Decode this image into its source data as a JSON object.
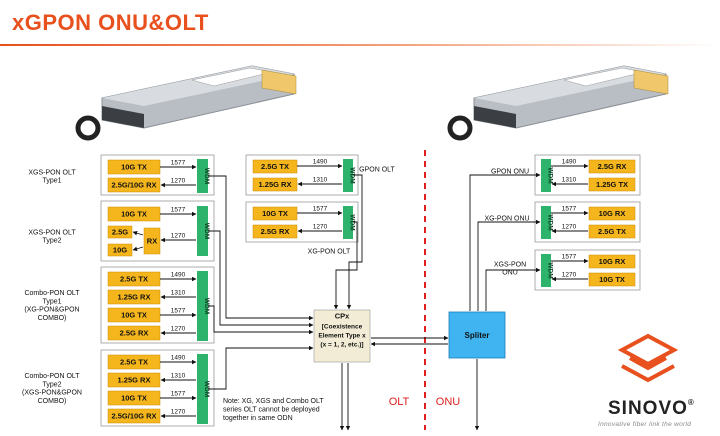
{
  "title": "xGPON ONU&OLT",
  "olt_groups": [
    {
      "label": "XGS-PON OLT\nType1"
    },
    {
      "label": "XGS-PON OLT\nType2"
    },
    {
      "label": "Combo-PON OLT\nType1\n(XG-PON&GPON\nCOMBO)"
    },
    {
      "label": "Combo-PON OLT\nType2\n(XGS-PON&GPON\nCOMBO)"
    }
  ],
  "gpon_olt_label": "GPON OLT",
  "xgpon_olt_label": "XG-PON OLT",
  "gpon_onu_label": "GPON ONU",
  "xgpon_onu_label": "XG-PON ONU",
  "xgspon_onu_label": "XGS-PON\nONU",
  "blocks": {
    "tx10g": "10G TX",
    "rx25g_10g": "2.5G/10G RX",
    "tx25g": "2.5G TX",
    "rx125g": "1.25G RX",
    "rx25g": "2.5G RX",
    "rx10g": "10G RX",
    "tx125g": "1.25G TX",
    "rx": "RX",
    "s25g": "2.5G",
    "s10g": "10G",
    "wdm": "WDM"
  },
  "wavelengths": {
    "w1577": "1577",
    "w1270": "1270",
    "w1490": "1490",
    "w1310": "1310"
  },
  "cpx": {
    "title": "CPx",
    "line1": "[Coexistence",
    "line2": "Element Type x",
    "line3": "(x = 1, 2, etc.)]"
  },
  "splitter_label": "Spliter",
  "olt_label": "OLT",
  "onu_label": "ONU",
  "note": "Note: XG, XGS and Combo OLT\nseries OLT cannot be deployed\ntogether in same ODN",
  "logo": {
    "name": "SINOVO",
    "tagline": "Innovative fiber link the world"
  },
  "colors": {
    "title": "#e8501e",
    "block": "#f5b61d",
    "wdm": "#2db36b",
    "cpx": "#f2ecd6",
    "splitter": "#3fb4f0",
    "divider": "#e0201e",
    "logo": "#e8501e"
  }
}
